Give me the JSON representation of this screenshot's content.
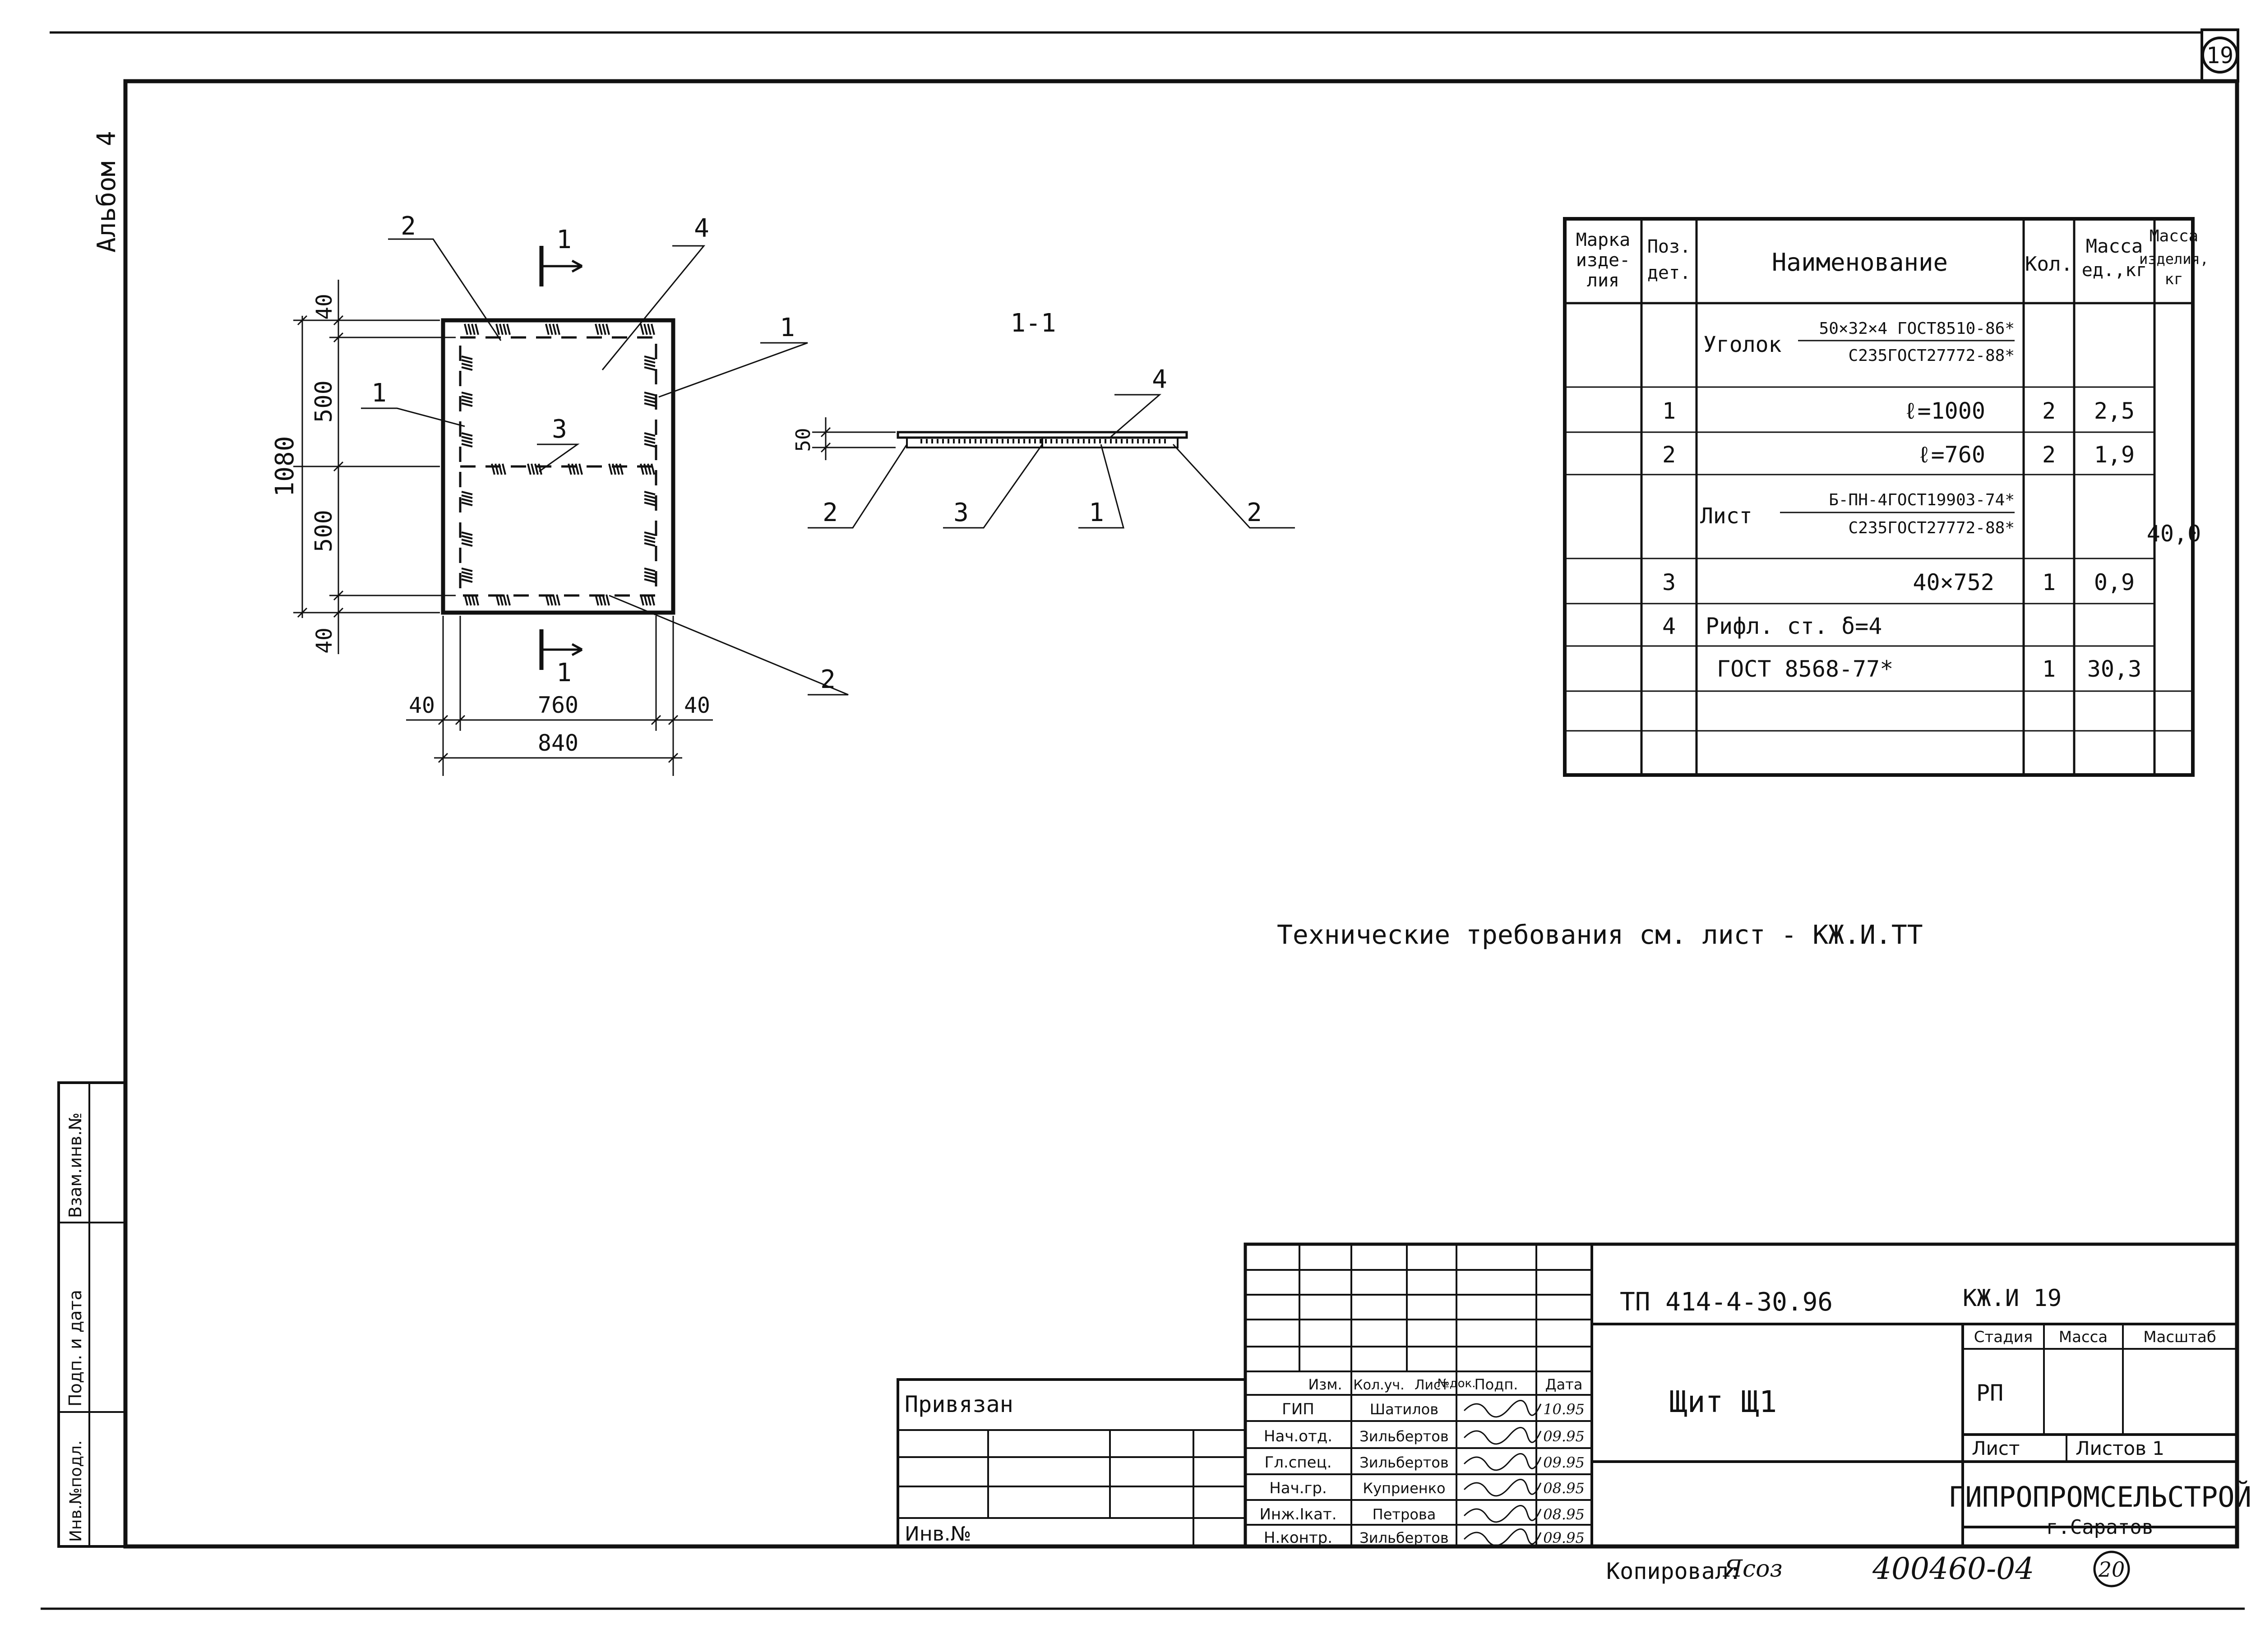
{
  "sheet_number": "19",
  "bottom_sheet_number": "20",
  "album": "Альбом 4",
  "section_label": "1-1",
  "section_mark": "1",
  "dims": {
    "h40_top": "40",
    "h500_top": "500",
    "h1080": "1080",
    "h500_bot": "500",
    "h40_bot": "40",
    "w40_left": "40",
    "w760": "760",
    "w40_right": "40",
    "w840": "840",
    "thick50": "50"
  },
  "plan_callouts": {
    "c2_top": "2",
    "c4_top": "4",
    "c1_right": "1",
    "c1_left": "1",
    "c3": "3",
    "c2_bottom": "2"
  },
  "section_callouts": {
    "c4": "4",
    "c2_left": "2",
    "c3": "3",
    "c1": "1",
    "c2_right": "2"
  },
  "spec": {
    "headers": {
      "mark": [
        "Марка",
        "изде-",
        "лия"
      ],
      "pos": [
        "Поз.",
        "дет."
      ],
      "name": "Наименование",
      "qty": "Кол.",
      "unit_mass": [
        "Масса",
        "ед.,кг"
      ],
      "item_mass": [
        "Масса",
        "изделия,",
        "кг"
      ]
    },
    "r1_prefix": "Уголок",
    "r1_num": "50×32×4 ГОСТ8510-86*",
    "r1_den": "С235ГОСТ27772-88*",
    "r2_pos": "1",
    "r2_name": "ℓ=1000",
    "r2_qty": "2",
    "r2_mass": "2,5",
    "r3_pos": "2",
    "r3_name": "ℓ=760",
    "r3_qty": "2",
    "r3_mass": "1,9",
    "r4_prefix": "Лист",
    "r4_num": "Б-ПН-4ГОСТ19903-74*",
    "r4_den": "С235ГОСТ27772-88*",
    "item_total": "40,0",
    "r5_pos": "3",
    "r5_name": "40×752",
    "r5_qty": "1",
    "r5_mass": "0,9",
    "r6_pos": "4",
    "r6_name": "Рифл. ст. δ=4",
    "r7_name": "ГОСТ 8568-77*",
    "r7_qty": "1",
    "r7_mass": "30,3"
  },
  "tech_note": "Технические требования см. лист  - КЖ.И.ТТ",
  "side_stamp": {
    "a": "Взам.инв.№",
    "b": "Подп. и дата",
    "c": "Инв.№подл."
  },
  "left_stamp": {
    "attached": "Привязан",
    "inv": "Инв.№"
  },
  "title_block": {
    "doc_code": "ТП 414-4-30.96",
    "sheet_code": "КЖ.И 19",
    "title": "Щит  Щ1",
    "col_headers": [
      "Изм.",
      "Кол.уч.",
      "Лист",
      "№док.",
      "Подп.",
      "Дата"
    ],
    "stage_header": "Стадия",
    "mass_header": "Масса",
    "scale_header": "Масштаб",
    "stage": "РП",
    "sheet_label": "Лист",
    "sheets_label": "Листов 1",
    "org": "ГИПРОПРОМСЕЛЬСТРОЙ",
    "city": "г.Саратов",
    "rows": [
      {
        "role": "ГИП",
        "name": "Шатилов",
        "date": "10.95"
      },
      {
        "role": "Нач.отд.",
        "name": "Зильбертов",
        "date": "09.95"
      },
      {
        "role": "Гл.спец.",
        "name": "Зильбертов",
        "date": "09.95"
      },
      {
        "role": "Нач.гр.",
        "name": "Куприенко",
        "date": "08.95"
      },
      {
        "role": "Инж.Iкат.",
        "name": "Петрова",
        "date": "08.95"
      },
      {
        "role": "Н.контр.",
        "name": "Зильбертов",
        "date": "09.95"
      }
    ]
  },
  "copied_label": "Копировал:",
  "copier_sign": "Ясоз",
  "archive_code": "400460-04"
}
